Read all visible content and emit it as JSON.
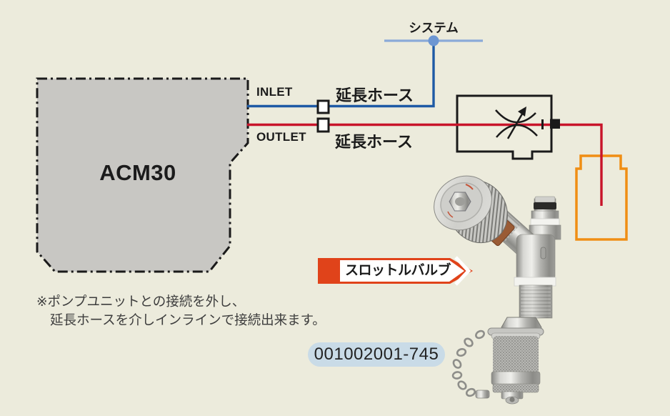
{
  "labels": {
    "system": "システム",
    "inlet": "INLET",
    "outlet": "OUTLET",
    "extension_hose_inlet": "延長ホース",
    "extension_hose_outlet": "延長ホース",
    "pump_unit": "ACM30",
    "callout": "スロットルバルブ",
    "part_number": "001002001-745"
  },
  "note": {
    "line1": "※ポンプユニットとの接続を外し、",
    "line2": "延長ホースを介しインラインで接続出来ます。"
  },
  "symbols": {
    "throttle_valve_symbol": "variable-restrictor-with-arrow",
    "system_node": "junction-dot",
    "hose_connectors": "inline-coupling-squares",
    "photo": "throttle-valve-product-photo"
  },
  "colors": {
    "background": "#ECEBDC",
    "pump_fill": "#C8C7C3",
    "outline_black": "#1A1A1A",
    "inlet_blue": "#1E5AA5",
    "system_light_blue": "#8AAAD8",
    "system_node_blue": "#6C96D2",
    "outlet_red": "#C8142A",
    "bottle_orange": "#F08E14",
    "callout_red": "#E0431A",
    "part_badge_blue": "#C9DBE7"
  }
}
